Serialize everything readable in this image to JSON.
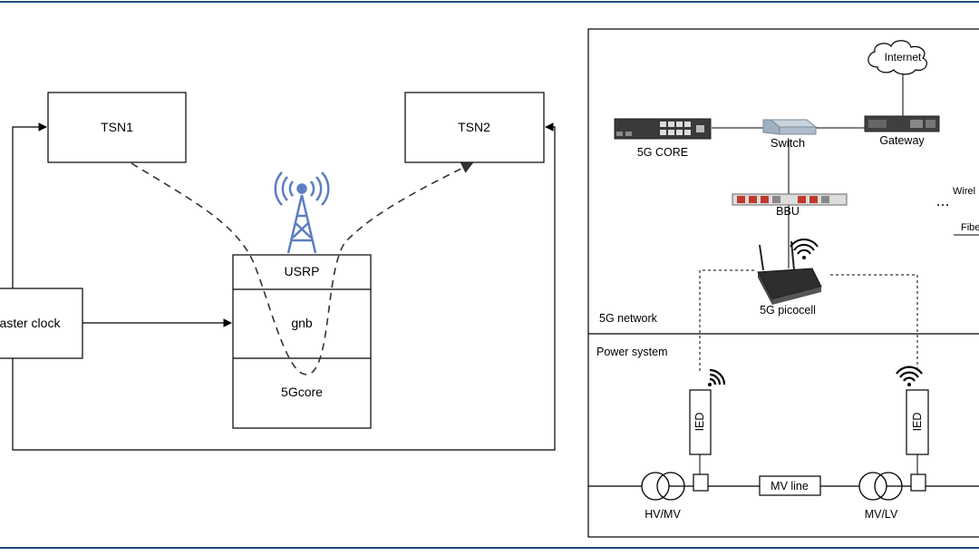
{
  "left_diagram": {
    "tsn1_label": "TSN1",
    "tsn2_label": "TSN2",
    "master_clock_label": "aster clock",
    "usrp_label": "USRP",
    "gnb_label": "gnb",
    "core_label": "5Gcore"
  },
  "right_diagram": {
    "internet_label": "Internet",
    "switch_label": "Switch",
    "gateway_label": "Gateway",
    "core_label": "5G CORE",
    "bbu_label": "BBU",
    "picocell_label": "5G picocell",
    "network_section_label": "5G network",
    "power_section_label": "Power system",
    "ied_left_label": "IED",
    "ied_right_label": "IED",
    "mv_line_label": "MV line",
    "hv_mv_label": "HV/MV",
    "mv_lv_label": "MV/LV",
    "legend_wireless_label": "Wirel",
    "legend_fiber_label": "Fibe"
  },
  "colors": {
    "border_blue": "#1f4e79",
    "antenna_blue": "#5b7ec2",
    "line": "#000000"
  }
}
